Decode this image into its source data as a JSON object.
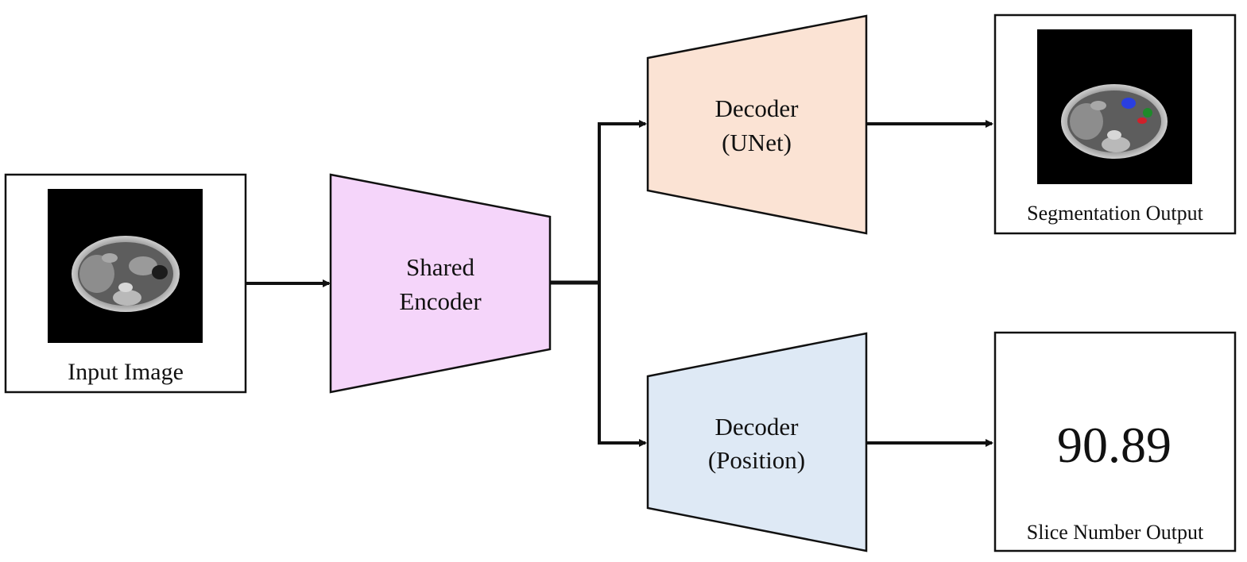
{
  "input": {
    "label": "Input Image"
  },
  "encoder": {
    "line1": "Shared",
    "line2": "Encoder",
    "color": "#F5D5FA"
  },
  "decoder_seg": {
    "line1": "Decoder",
    "line2": "(UNet)",
    "color": "#FBE3D4"
  },
  "decoder_pos": {
    "line1": "Decoder",
    "line2": "(Position)",
    "color": "#DEE9F5"
  },
  "seg_output": {
    "label": "Segmentation Output"
  },
  "slice_output": {
    "value": "90.89",
    "label": "Slice Number Output"
  },
  "colors": {
    "stroke": "#111111",
    "mri_bg": "#000000",
    "seg_blue": "#2A3FE0",
    "seg_green": "#1E8A2A",
    "seg_red": "#D0202A"
  }
}
